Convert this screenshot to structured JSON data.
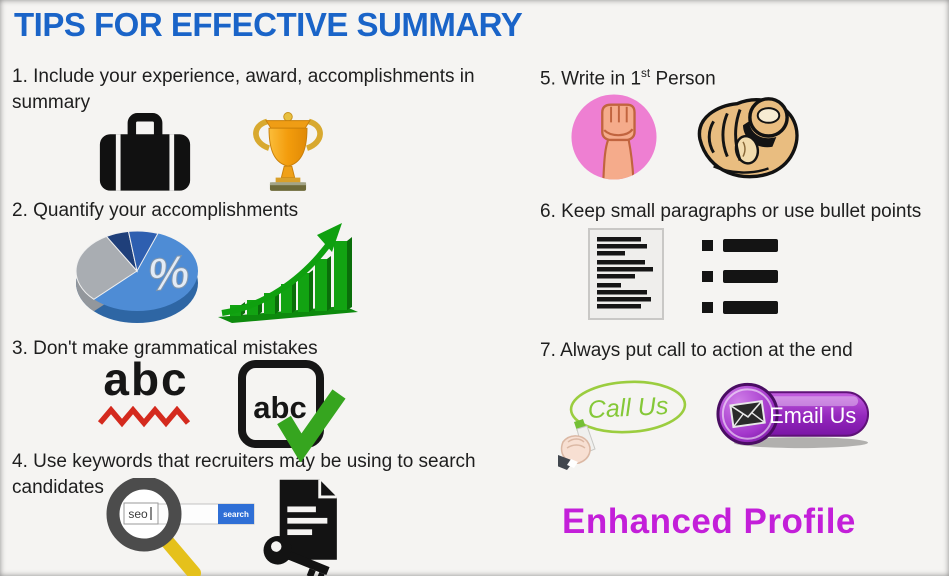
{
  "title": "TIPS FOR EFFECTIVE SUMMARY",
  "tips": [
    {
      "label": "1. Include your experience, award, accomplishments in summary"
    },
    {
      "label": "2. Quantify your accomplishments"
    },
    {
      "label": "3. Don't make grammatical mistakes"
    },
    {
      "label": "4. Use keywords that recruiters may be using to search candidates"
    },
    {
      "label_prefix": "5. Write in 1",
      "label_sup": "st",
      "label_suffix": " Person"
    },
    {
      "label": "6. Keep small paragraphs or use bullet points"
    },
    {
      "label": "7. Always put call to action at the end"
    }
  ],
  "illustrations": {
    "pie_percent": "%",
    "abc_underlined": "abc",
    "abc_checked": "abc",
    "search_query": "seo",
    "search_button": "search",
    "call_us": "Call Us",
    "email_us": "Email Us"
  },
  "footer_text": "Enhanced Profile",
  "colors": {
    "title_blue": "#1a64c8",
    "body_text": "#1d1d1d",
    "footer_magenta": "#c31fd9",
    "chart_green": "#12a312",
    "squiggle_red": "#d42a1e",
    "pink_badge": "#ee7fd2",
    "purple_button": "#9427bd",
    "search_blue": "#2f6fd6"
  }
}
